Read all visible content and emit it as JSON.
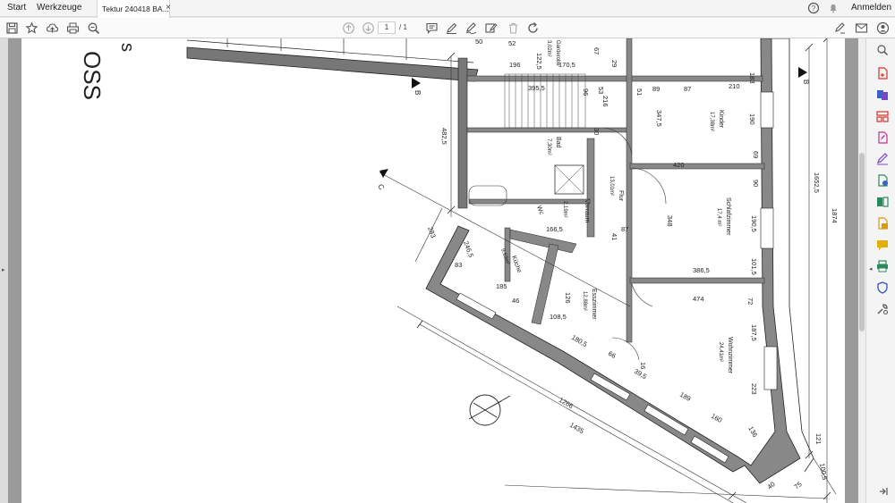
{
  "menubar": {
    "start": "Start",
    "tools": "Werkzeuge",
    "tab_title": "Tektur 240418 BA...",
    "tab_close": "×",
    "sign_in": "Anmelden"
  },
  "toolbar": {
    "page_current": "1",
    "page_total": "/ 1"
  },
  "drawing": {
    "title_fragment": "OSS",
    "section_left": "B",
    "section_right": "B",
    "section_c": "C",
    "rooms": [
      {
        "name": "Kinder",
        "area": "17,38m²"
      },
      {
        "name": "Schlafzimmer",
        "area": "17,4 m²"
      },
      {
        "name": "Wohnzimmer",
        "area": "24,41m²"
      },
      {
        "name": "Esszimmer",
        "area": "12,88m²"
      },
      {
        "name": "Küche",
        "area": "9,63m²"
      },
      {
        "name": "Flur",
        "area": "13,01m²"
      },
      {
        "name": "Vorraum",
        "area": ""
      },
      {
        "name": "Wc",
        "area": "2,19m²"
      },
      {
        "name": "Bad",
        "area": "7,30m²"
      },
      {
        "name": "Garderobe",
        "area": "3,02m²"
      }
    ],
    "dimensions": [
      "50",
      "52",
      "122,5",
      "67",
      "29",
      "196",
      "395,5",
      "170,5",
      "96",
      "53",
      "51",
      "89",
      "87",
      "210",
      "183",
      "216",
      "30",
      "347,5",
      "190",
      "420",
      "69",
      "90",
      "482,5",
      "1652,5",
      "1874",
      "283",
      "246,5",
      "83",
      "185",
      "46",
      "108,5",
      "166,5",
      "126",
      "41",
      "87",
      "348",
      "190,5",
      "101,5",
      "386,5",
      "72",
      "474",
      "187,5",
      "223",
      "189",
      "180,5",
      "66",
      "39,5",
      "16",
      "1266",
      "1435",
      "160",
      "136",
      "121",
      "100,5",
      "75",
      "40"
    ]
  }
}
